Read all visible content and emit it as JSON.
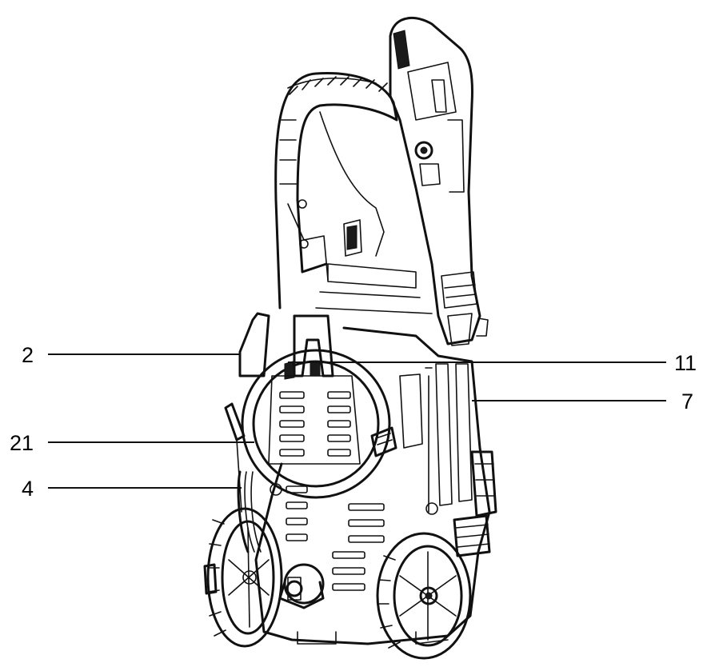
{
  "callouts": [
    {
      "id": "c2",
      "label": "2"
    },
    {
      "id": "c11",
      "label": "11"
    },
    {
      "id": "c7",
      "label": "7"
    },
    {
      "id": "c21",
      "label": "21"
    },
    {
      "id": "c4",
      "label": "4"
    }
  ],
  "colors": {
    "ink": "#111111",
    "background": "#ffffff"
  }
}
